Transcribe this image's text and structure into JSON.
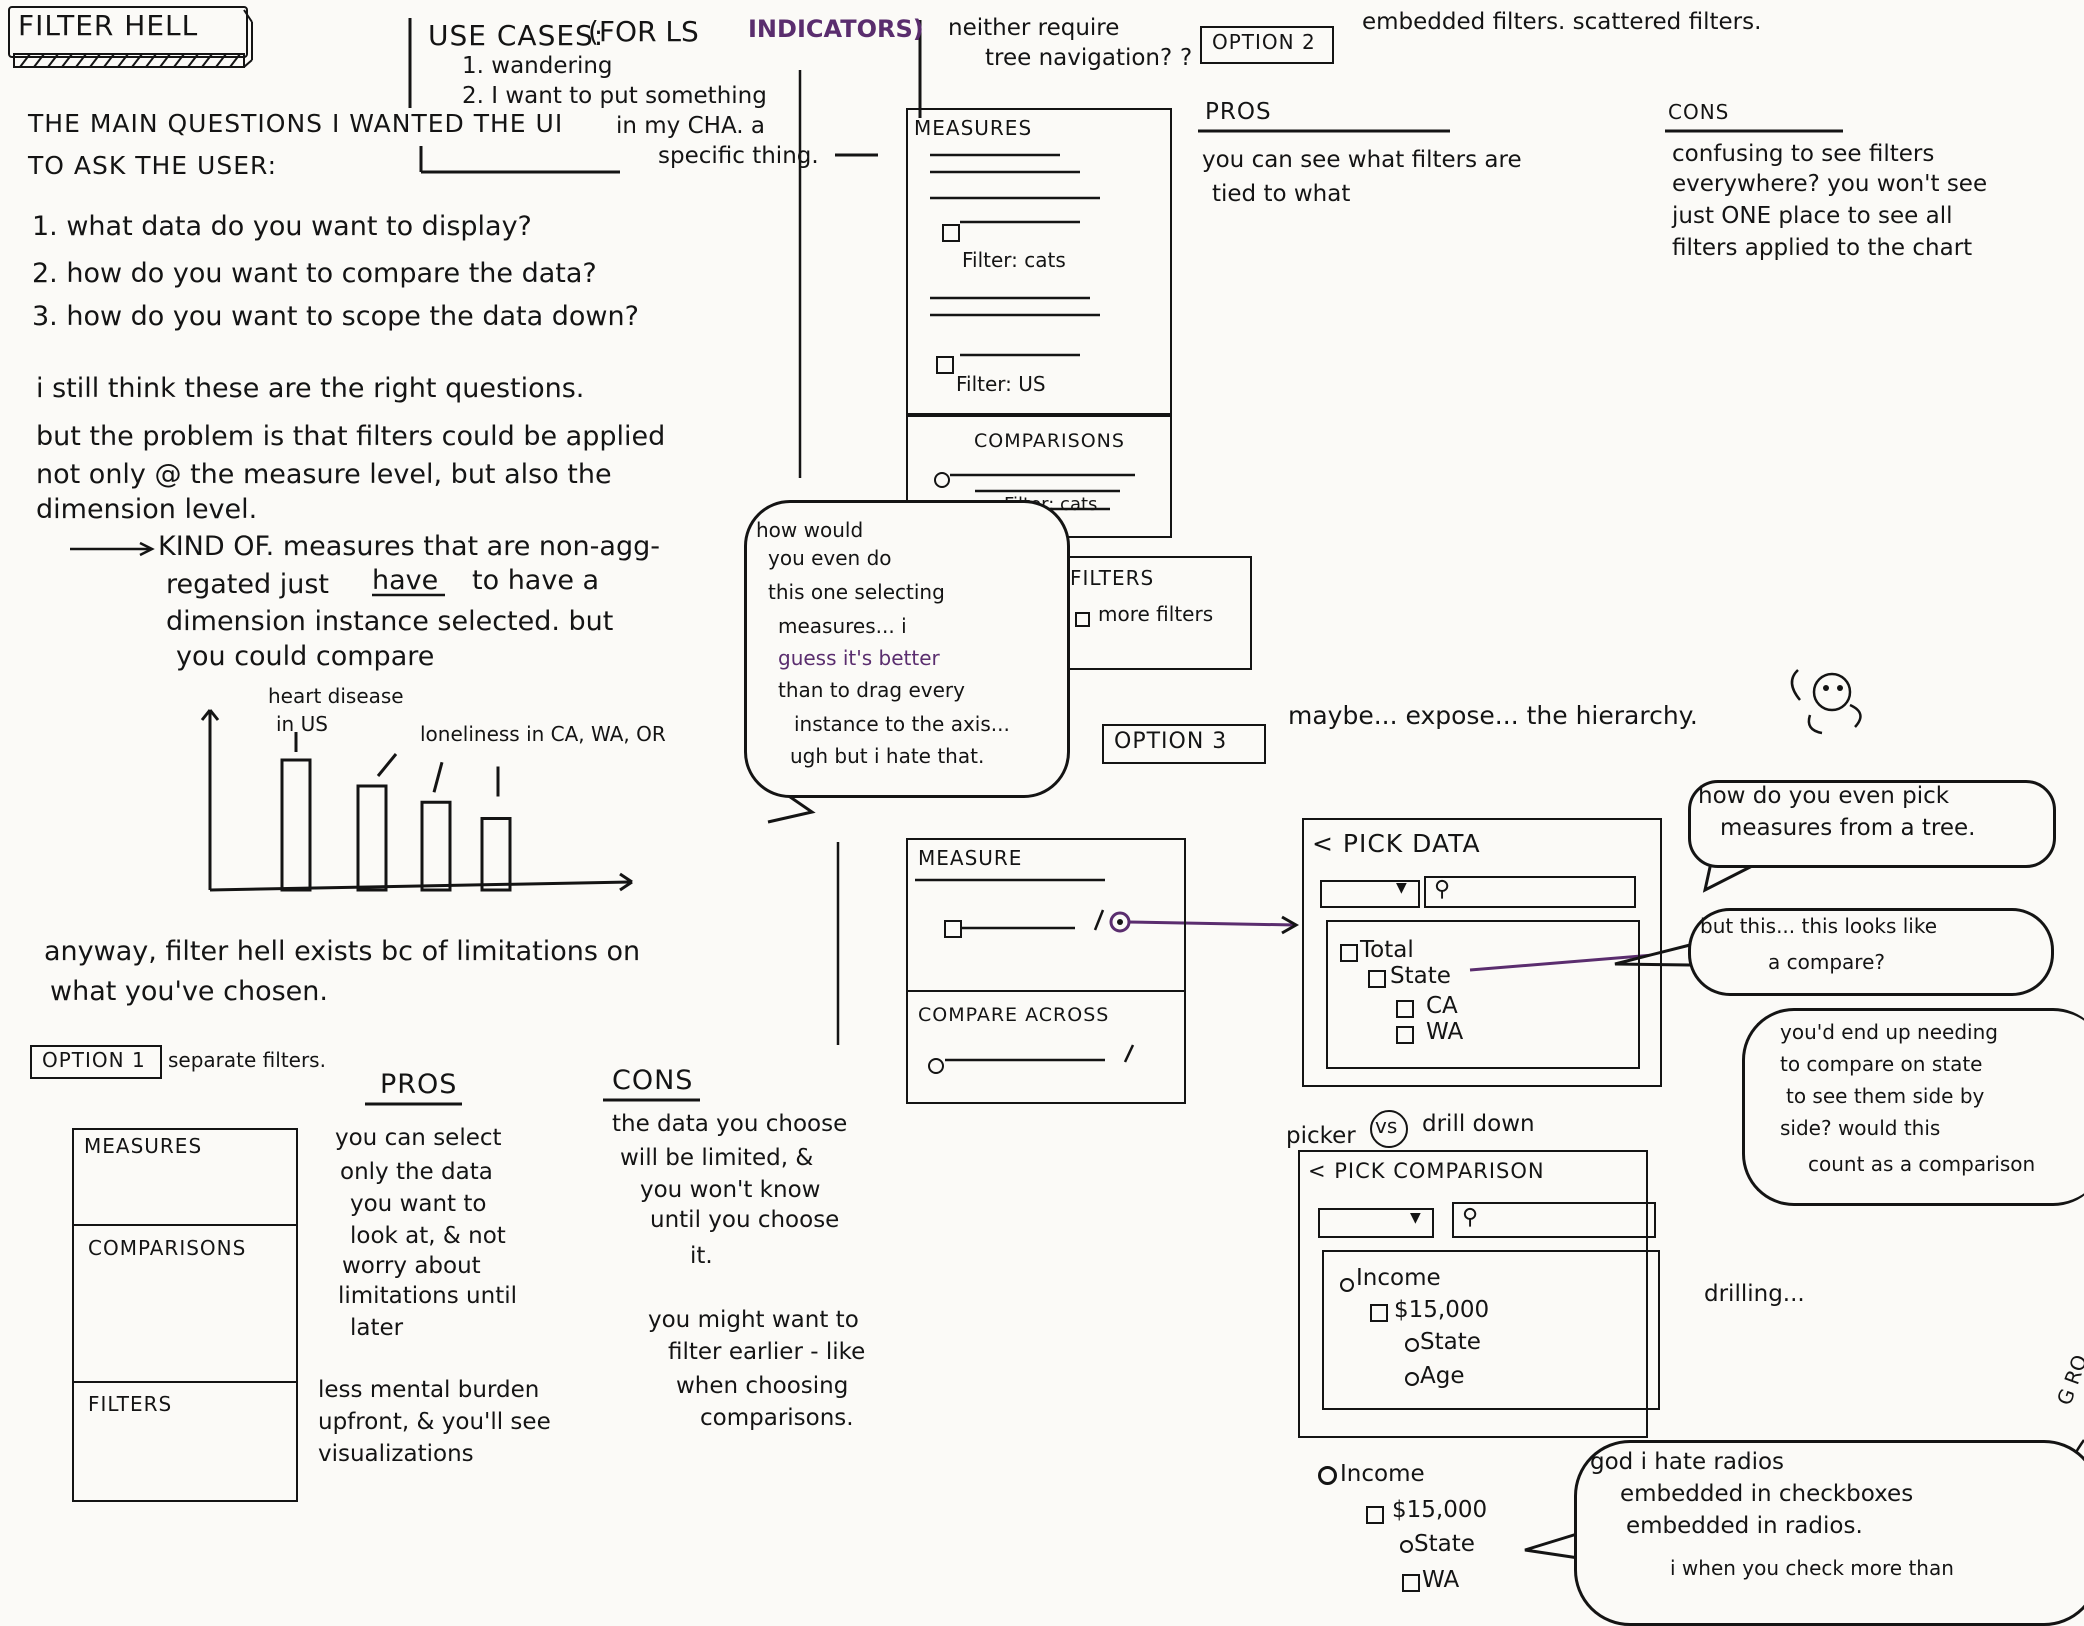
{
  "header": {
    "title": "FILTER HELL",
    "use_cases_title": "USE CASES:",
    "use_cases_for": "(FOR LS",
    "use_cases_indicators": "INDICATORS)",
    "use_case_1": "1. wandering",
    "use_case_2": "2. I want to put something",
    "use_case_2b": "in my CHA. a",
    "use_case_2c": "specific thing.",
    "neither_1": "neither require",
    "neither_2": "tree navigation?",
    "neither_mark": "?"
  },
  "main": {
    "questions_1": "THE MAIN QUESTIONS I WANTED THE UI",
    "questions_2": "TO ASK THE USER:",
    "q1": "1. what data do you want to display?",
    "q2": "2. how do you want to compare the data?",
    "q3": "3. how do you want to scope the data down?",
    "para_1": "i still think these are the right questions.",
    "para_2": "but the problem is that filters could be applied",
    "para_3": "not only @ the measure level, but also the",
    "para_4": "dimension level.",
    "kind_1": "KIND OF. measures that are non-agg-",
    "kind_2": "regated just",
    "kind_2_u": "have",
    "kind_2b": "to have a",
    "kind_3": "dimension instance selected. but",
    "kind_4": "you could compare",
    "anyway_1": "anyway, filter hell exists bc of limitations on",
    "anyway_2": "what you've chosen."
  },
  "chart_data": {
    "type": "bar",
    "annotation_1": "heart disease",
    "annotation_1b": "in US",
    "annotation_2": "loneliness in CA, WA, OR",
    "values": [
      4,
      3.2,
      2.7,
      2.2
    ]
  },
  "option1": {
    "label": "OPTION 1",
    "desc": "separate filters.",
    "pros_title": "PROS",
    "cons_title": "CONS",
    "box_measures": "MEASURES",
    "box_comparisons": "COMPARISONS",
    "box_filters": "FILTERS",
    "pros_1": "you can select",
    "pros_2": "only the data",
    "pros_3": "you want to",
    "pros_4": "look at, & not",
    "pros_5": "worry about",
    "pros_6": "limitations until",
    "pros_7": "later",
    "pros_8": "less mental burden",
    "pros_9": "upfront, & you'll see",
    "pros_10": "visualizations",
    "cons_1": "the data you choose",
    "cons_2": "will be limited, &",
    "cons_3": "you won't know",
    "cons_4": "until you choose",
    "cons_5": "it.",
    "cons_6": "you might want to",
    "cons_7": "filter earlier - like",
    "cons_8": "when choosing",
    "cons_9": "comparisons."
  },
  "option2": {
    "label": "OPTION 2",
    "desc": "embedded filters. scattered filters.",
    "pros_title": "PROS",
    "cons_title": "CONS",
    "pros_1": "you can see what filters are",
    "pros_2": "tied to what",
    "cons_1": "confusing to see filters",
    "cons_2": "everywhere? you won't see",
    "cons_3": "just ONE place to see all",
    "cons_4": "filters applied to the chart",
    "measures": "MEASURES",
    "filter_cats": "Filter: cats",
    "filter_us": "Filter: US",
    "comparisons": "COMPARISONS",
    "filter_cats_2": "Filter: cats",
    "filters": "FILTERS",
    "more_filters": "more filters",
    "bubble_1": "how would",
    "bubble_2": "you even do",
    "bubble_3": "this one selecting",
    "bubble_4": "measures... i",
    "bubble_5": "guess it's better",
    "bubble_6": "than to drag every",
    "bubble_7": "instance to the axis...",
    "bubble_8": "ugh but i hate that."
  },
  "option3": {
    "label": "OPTION 3",
    "desc": "maybe... expose... the hierarchy.",
    "measure": "MEASURE",
    "compare_across": "COMPARE ACROSS",
    "pick_data": "< PICK DATA",
    "tree_total": "Total",
    "tree_state": "State",
    "tree_ca": "CA",
    "tree_wa": "WA",
    "bubble_tree_1": "how do you even pick",
    "bubble_tree_2": "measures from a tree.",
    "bubble_compare_1": "but this... this looks like",
    "bubble_compare_2": "a compare?",
    "bubble_side_1": "you'd end up needing",
    "bubble_side_2": "to compare on state",
    "bubble_side_3": "to see them side by",
    "bubble_side_4": "side? would this",
    "bubble_side_5": "count as a comparison",
    "picker_1": "picker",
    "picker_vs": "vs",
    "picker_2": "drill down",
    "pick_comparison": "< PICK COMPARISON",
    "tree2_income": "Income",
    "tree2_15000": "$15,000",
    "tree2_state": "State",
    "tree2_age": "Age",
    "drilling": "drilling...",
    "bottom_income": "Income",
    "bottom_15000": "$15,000",
    "bottom_state": "State",
    "bottom_wa": "WA",
    "bubble_radios_1": "god i hate radios",
    "bubble_radios_2": "embedded in checkboxes",
    "bubble_radios_3": "embedded in radios.",
    "bubble_radios_4": "i when you check more than",
    "corner_text": "G RO"
  }
}
